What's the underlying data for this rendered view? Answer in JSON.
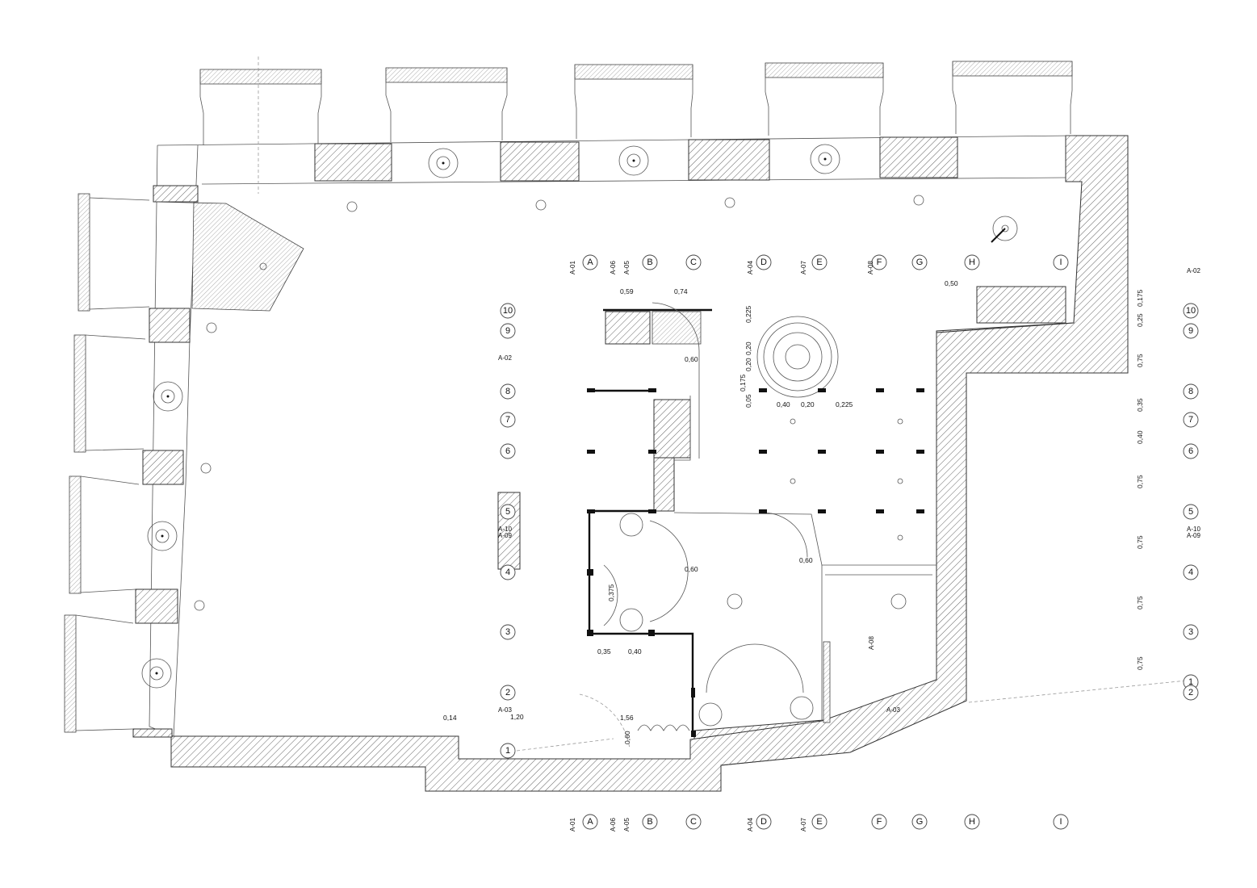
{
  "grid": {
    "columns": [
      "A",
      "B",
      "C",
      "D",
      "E",
      "F",
      "G",
      "H",
      "I"
    ],
    "rows": [
      "10",
      "9",
      "8",
      "7",
      "6",
      "5",
      "4",
      "3",
      "2",
      "1"
    ],
    "right_rows": [
      "10",
      "9",
      "8",
      "7",
      "6",
      "5",
      "4",
      "3",
      "1",
      "2"
    ]
  },
  "section_marks": {
    "top": [
      "A-01",
      "A-06",
      "A-05",
      "A-04",
      "A-07",
      "A-08"
    ],
    "bottom": [
      "A-01",
      "A-06",
      "A-05",
      "A-04",
      "A-07"
    ],
    "left": [
      "A-02",
      "A-10",
      "A-09",
      "A-03"
    ],
    "right": [
      "A-02",
      "A-10",
      "A-09"
    ],
    "interior": [
      "A-08",
      "A-03"
    ]
  },
  "dimensions": {
    "plan": [
      "0,59",
      "0,74",
      "0,60",
      "0,225",
      "0,20",
      "0,20",
      "0,175",
      "0,05",
      "0,40",
      "0,20",
      "0,225",
      "0,50",
      "0,60",
      "0,60",
      "0,375",
      "0,35",
      "0,40",
      "0,14",
      "1,20",
      "1,56",
      "0,60"
    ],
    "right_column": [
      "0,175",
      "0,25",
      "0,75",
      "0,35",
      "0,40",
      "0,75",
      "0,75",
      "0,75",
      "0,75"
    ]
  },
  "colors": {
    "ink": "#111111",
    "hatch": "#555555",
    "paper": "#ffffff"
  },
  "icons": [
    "north-arrow-icon",
    "spiral-stair-icon",
    "column-icon"
  ]
}
